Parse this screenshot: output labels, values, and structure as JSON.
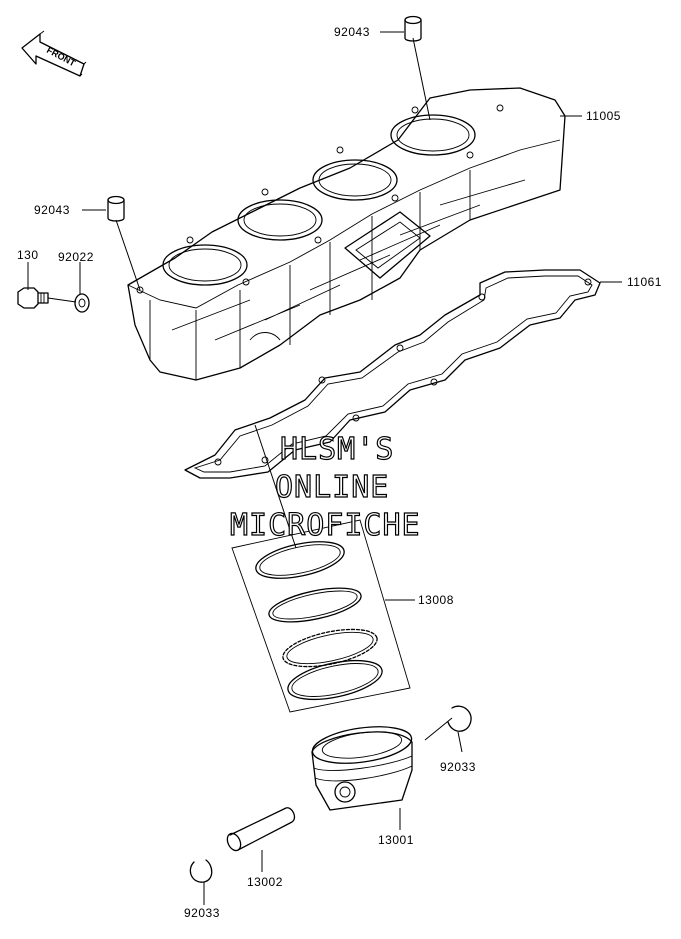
{
  "watermark": {
    "line1": "HLSM'S",
    "line2": "ONLINE",
    "line3": "MICROFICHE"
  },
  "front_arrow": {
    "text": "FRONT",
    "icon": "front-direction-arrow-icon"
  },
  "callouts": [
    {
      "id": "top_dowel",
      "part_number": "92043"
    },
    {
      "id": "cylinder",
      "part_number": "11005"
    },
    {
      "id": "left_dowel",
      "part_number": "92043"
    },
    {
      "id": "bolt",
      "part_number": "130"
    },
    {
      "id": "washer",
      "part_number": "92022"
    },
    {
      "id": "gasket",
      "part_number": "11061"
    },
    {
      "id": "piston_rings",
      "part_number": "13008"
    },
    {
      "id": "circlip_right",
      "part_number": "92033"
    },
    {
      "id": "piston",
      "part_number": "13001"
    },
    {
      "id": "piston_pin",
      "part_number": "13002"
    },
    {
      "id": "circlip_bottom",
      "part_number": "92033"
    }
  ]
}
